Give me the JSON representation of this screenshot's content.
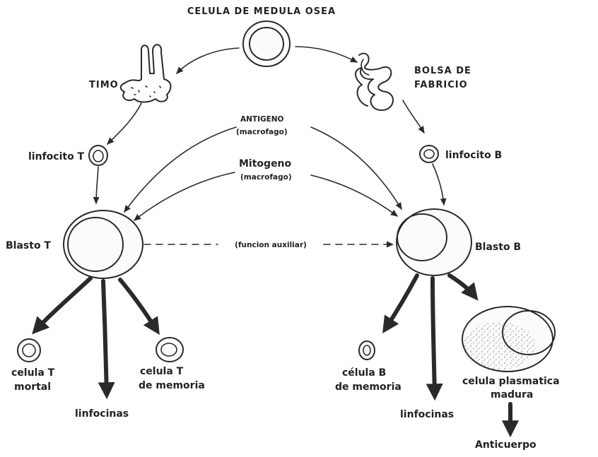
{
  "labels": {
    "bone_marrow_cell": "CELULA DE MEDULA OSEA",
    "thymus": "TIMO",
    "bursa_line1": "BOLSA DE",
    "bursa_line2": "FABRICIO",
    "antigen_line1": "ANTIGENO",
    "antigen_line2": "(macrofago)",
    "mitogen_line1": "Mitogeno",
    "mitogen_line2": "(macrofago)",
    "t_lymphocyte": "linfocito T",
    "b_lymphocyte": "linfocito B",
    "t_blast": "Blasto T",
    "b_blast": "Blasto B",
    "helper_function": "(funcion auxiliar)",
    "t_killer_line1": "celula T",
    "t_killer_line2": "mortal",
    "t_memory_line1": "celula T",
    "t_memory_line2": "de memoria",
    "lymphokines_left": "linfocinas",
    "b_memory_line1": "célula B",
    "b_memory_line2": "de memoria",
    "lymphokines_right": "linfocinas",
    "plasma_line1": "celula plasmatica",
    "plasma_line2": "madura",
    "antibody": "Anticuerpo"
  }
}
